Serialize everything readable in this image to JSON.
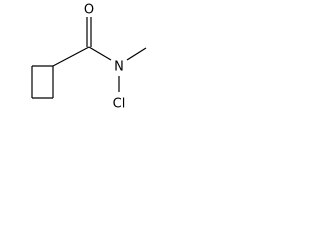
{
  "molecule": {
    "atoms": {
      "oxygen": "O",
      "nitrogen": "N",
      "chlorine": "Cl"
    }
  },
  "colors": {
    "bond": "#000000",
    "label": "#000000",
    "background": "#ffffff"
  }
}
